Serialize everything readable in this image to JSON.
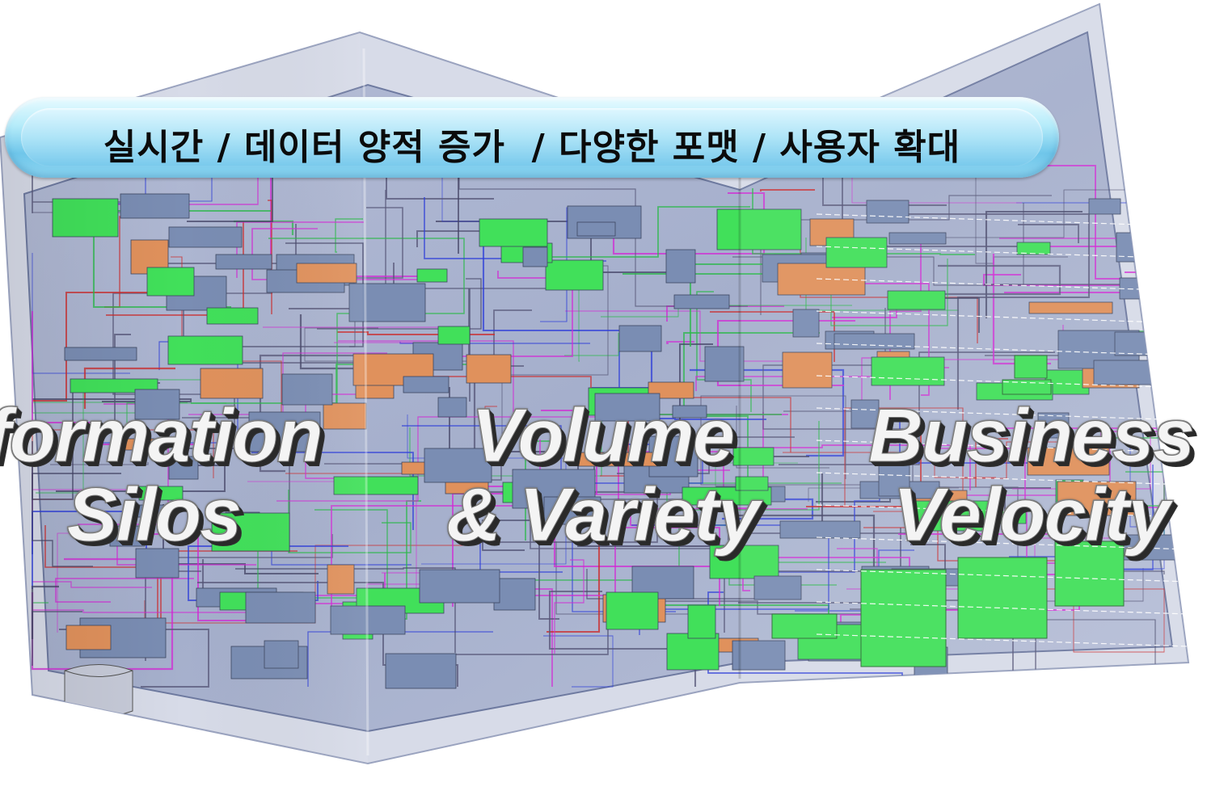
{
  "banner": {
    "text": "실시간 / 데이터 양적 증가  / 다양한 포맷 / 사용자 확대"
  },
  "map_words": [
    {
      "line1": "formation",
      "line2": "Silos"
    },
    {
      "line1": "Volume",
      "line2": "& Variety"
    },
    {
      "line1": "Business",
      "line2": "Velocity"
    }
  ],
  "colors": {
    "map_paper": "#a9b3cf",
    "map_panel": "#8796bd",
    "box_green": "#41e05a",
    "box_slate": "#7a8db3",
    "box_orange": "#e0915c",
    "line_magenta": "#d12ad4",
    "line_red": "#cc2a2a",
    "line_blue": "#2f3fd8",
    "line_green": "#2bb84a",
    "banner_light": "#e9fbff",
    "banner_dark": "#6fc6ea",
    "word_fill": "#f4f4f4",
    "word_shadow": "#2a2a2a"
  }
}
